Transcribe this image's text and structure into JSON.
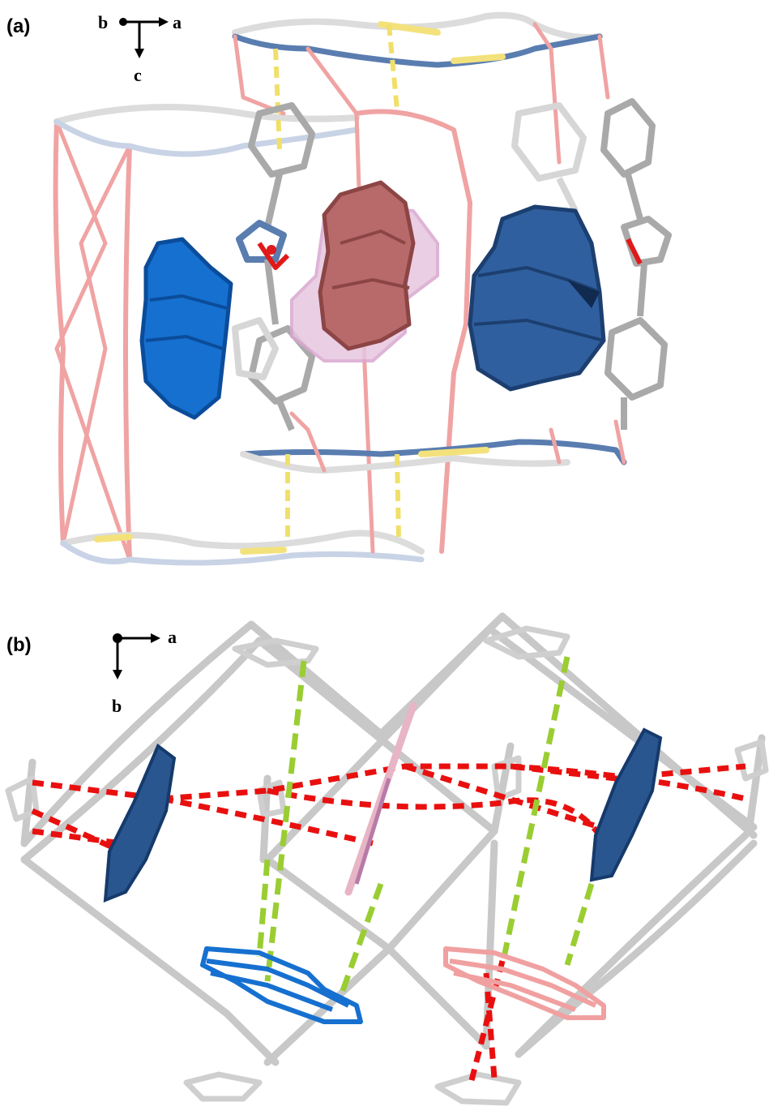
{
  "panels": [
    {
      "label": "(a)",
      "axes": {
        "horizontal_left": "b",
        "horizontal_right": "a",
        "vertical": "c"
      }
    },
    {
      "label": "(b)",
      "axes": {
        "horizontal": "a",
        "vertical": "b"
      }
    }
  ],
  "colors": {
    "framework_pink": "#f0a3a3",
    "framework_white": "#dcdcdc",
    "framework_blue": "#5a7db0",
    "framework_yellow": "#f3e27c",
    "ligand_gray": "#a9a9a9",
    "ligand_light": "#d6d6d6",
    "oxygen_red": "#e01a1a",
    "pyrene_blue": "#1e5fa8",
    "pyrene_bright_blue": "#1670d0",
    "pyrene_brown": "#b86a6a",
    "pyrene_pink": "#d9a8cf",
    "contact_yellow_dashed": "#f0e06a",
    "contact_red_dashed": "#e8100f",
    "contact_green_dashed": "#9acd32",
    "net_gray": "#c8c8c8"
  }
}
